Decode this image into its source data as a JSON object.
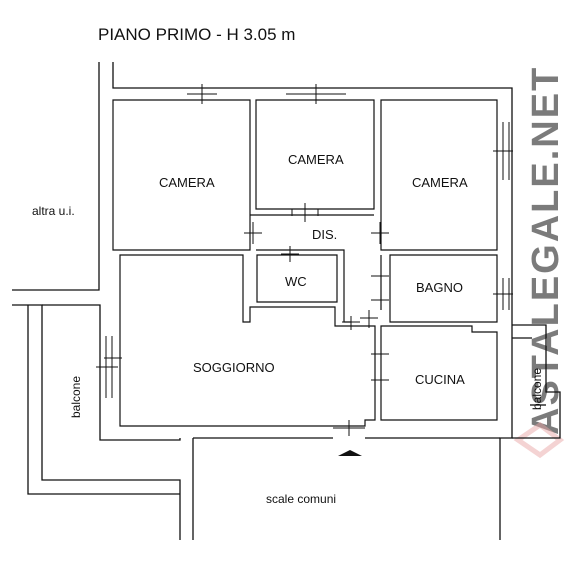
{
  "title": "PIANO PRIMO - H 3.05 m",
  "rooms": {
    "camera_left": "CAMERA",
    "camera_center": "CAMERA",
    "camera_right": "CAMERA",
    "dis": "DIS.",
    "wc": "WC",
    "bagno": "BAGNO",
    "soggiorno": "SOGGIORNO",
    "cucina": "CUCINA"
  },
  "labels": {
    "altra_ui": "altra u.i.",
    "balcone_left": "balcone",
    "balcone_right": "balcone",
    "scale_comuni": "scale comuni"
  },
  "watermark": "ASTALEGALE.NET",
  "colors": {
    "line": "#111111",
    "watermark": "#e9a8a8"
  }
}
